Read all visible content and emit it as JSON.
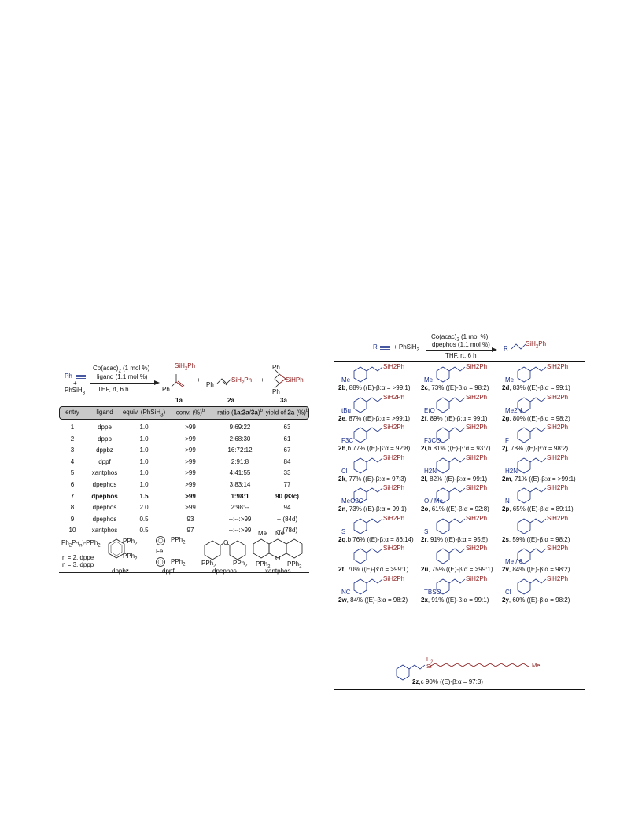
{
  "left": {
    "scheme": {
      "reactant1": "Ph",
      "plus": "+",
      "reactant2": "PhSiH3",
      "cond1": "Co(acac)2 (1 mol %)",
      "cond2": "ligand (1.1 mol %)",
      "cond3": "THF, rt, 6 h",
      "p1_label": "1a",
      "p2_label": "2a",
      "p3_label": "3a",
      "p1_si": "SiH2Ph",
      "p1_ph": "Ph",
      "p2_ph": "Ph",
      "p2_si": "SiH2Ph",
      "p3_ph1": "Ph",
      "p3_si": "SiHPh",
      "p3_ph2": "Ph",
      "plus2": "+",
      "plus3": "+"
    },
    "table": {
      "headers": [
        "entry",
        "ligand",
        "equiv. (PhSiH3)",
        "conv. (%)b",
        "ratio (1a:2a/3a)b",
        "yield of 2a (%)b"
      ],
      "rows": [
        [
          "1",
          "dppe",
          "1.0",
          ">99",
          "9:69:22",
          "63"
        ],
        [
          "2",
          "dppp",
          "1.0",
          ">99",
          "2:68:30",
          "61"
        ],
        [
          "3",
          "dppbz",
          "1.0",
          ">99",
          "16:72:12",
          "67"
        ],
        [
          "4",
          "dppf",
          "1.0",
          ">99",
          "2:91:8",
          "84"
        ],
        [
          "5",
          "xantphos",
          "1.0",
          ">99",
          "4:41:55",
          "33"
        ],
        [
          "6",
          "dpephos",
          "1.0",
          ">99",
          "3:83:14",
          "77"
        ],
        [
          "7",
          "dpephos",
          "1.5",
          ">99",
          "1:98:1",
          "90 (83c)"
        ],
        [
          "8",
          "dpephos",
          "2.0",
          ">99",
          "2:98:--",
          "94"
        ],
        [
          "9",
          "dpephos",
          "0.5",
          "93",
          "--:--:>99",
          "-- (84d)"
        ],
        [
          "10",
          "xantphos",
          "0.5",
          "97",
          "--:--:>99",
          "-- (78d)"
        ]
      ]
    },
    "ligands": {
      "l1_formula": "Ph2P-(-)n-PPh2",
      "l1_n2": "n = 2, dppe",
      "l1_n3": "n = 3, dppp",
      "l2_pph2a": "PPh2",
      "l2_pph2b": "PPh2",
      "l2_name": "dppbz",
      "l3_pph2a": "PPh2",
      "l3_fe": "Fe",
      "l3_pph2b": "PPh2",
      "l3_name": "dppf",
      "l4_o": "O",
      "l4_pph2a": "PPh2",
      "l4_pph2b": "PPh2",
      "l4_name": "dpephos",
      "l5_me1": "Me",
      "l5_me2": "Me",
      "l5_o": "O",
      "l5_pph2a": "PPh2",
      "l5_pph2b": "PPh2",
      "l5_name": "xantphos"
    }
  },
  "right": {
    "scheme": {
      "reactant": "R",
      "plus": "+ PhSiH3",
      "cond1": "Co(acac)2 (1 mol %)",
      "cond2": "dpephos (1.1 mol %)",
      "cond3": "THF, rt, 6 h",
      "product_r": "R",
      "product_si": "SiH2Ph"
    },
    "si_label": "SiH2Ph",
    "entries": [
      {
        "id": "2b",
        "text": ", 88% ((E)-β:α = >99:1)",
        "sub": "Me"
      },
      {
        "id": "2c",
        "text": ", 73% ((E)-β:α = 98:2)",
        "sub": "Me"
      },
      {
        "id": "2d",
        "text": ", 83% ((E)-β:α = 99:1)",
        "sub": "Me"
      },
      {
        "id": "2e",
        "text": ", 87% ((E)-β:α = >99:1)",
        "sub": "tBu"
      },
      {
        "id": "2f",
        "text": ", 89% ((E)-β:α = 99:1)",
        "sub": "EtO"
      },
      {
        "id": "2g",
        "text": ", 80% ((E)-β:α = 98:2)",
        "sub": "Me2N"
      },
      {
        "id": "2h",
        "text": ",b 77% ((E)-β:α = 92:8)",
        "sub": "F3C"
      },
      {
        "id": "2i",
        "text": ",b 81% ((E)-β:α = 93:7)",
        "sub": "F3CO"
      },
      {
        "id": "2j",
        "text": ", 78% ((E)-β:α = 98:2)",
        "sub": "F"
      },
      {
        "id": "2k",
        "text": ", 77% ((E)-β:α = 97:3)",
        "sub": "Cl"
      },
      {
        "id": "2l",
        "text": ", 82% ((E)-β:α = 99:1)",
        "sub": "H2N"
      },
      {
        "id": "2m",
        "text": ", 71% ((E)-β:α = >99:1)",
        "sub": "H2N"
      },
      {
        "id": "2n",
        "text": ", 73% ((E)-β:α = 99:1)",
        "sub": "MeO2C"
      },
      {
        "id": "2o",
        "text": ", 61% ((E)-β:α = 92:8)",
        "sub": "O / Me"
      },
      {
        "id": "2p",
        "text": ", 65% ((E)-β:α = 89:11)",
        "sub": "N"
      },
      {
        "id": "2q",
        "text": ",b 76% ((E)-β:α = 86:14)",
        "sub": "S"
      },
      {
        "id": "2r",
        "text": ", 91% ((E)-β:α = 95:5)",
        "sub": "S"
      },
      {
        "id": "2s",
        "text": ", 59% ((E)-β:α = 98:2)",
        "sub": ""
      },
      {
        "id": "2t",
        "text": ", 70% ((E)-β:α = >99:1)",
        "sub": ""
      },
      {
        "id": "2u",
        "text": ", 75% ((E)-β:α = >99:1)",
        "sub": ""
      },
      {
        "id": "2v",
        "text": ", 84% ((E)-β:α = 98:2)",
        "sub": "Me / 6"
      },
      {
        "id": "2w",
        "text": ", 84% ((E)-β:α = 98:2)",
        "sub": "NC"
      },
      {
        "id": "2x",
        "text": ", 91% ((E)-β:α = 99:1)",
        "sub": "TBSO"
      },
      {
        "id": "2y",
        "text": ", 60% ((E)-β:α = 98:2)",
        "sub": "Cl"
      },
      {
        "id": "2z",
        "text": ",c 90% ((E)-β:α = 97:3)",
        "sub": "Me"
      }
    ],
    "z_si": "Si",
    "z_h2": "H2"
  }
}
